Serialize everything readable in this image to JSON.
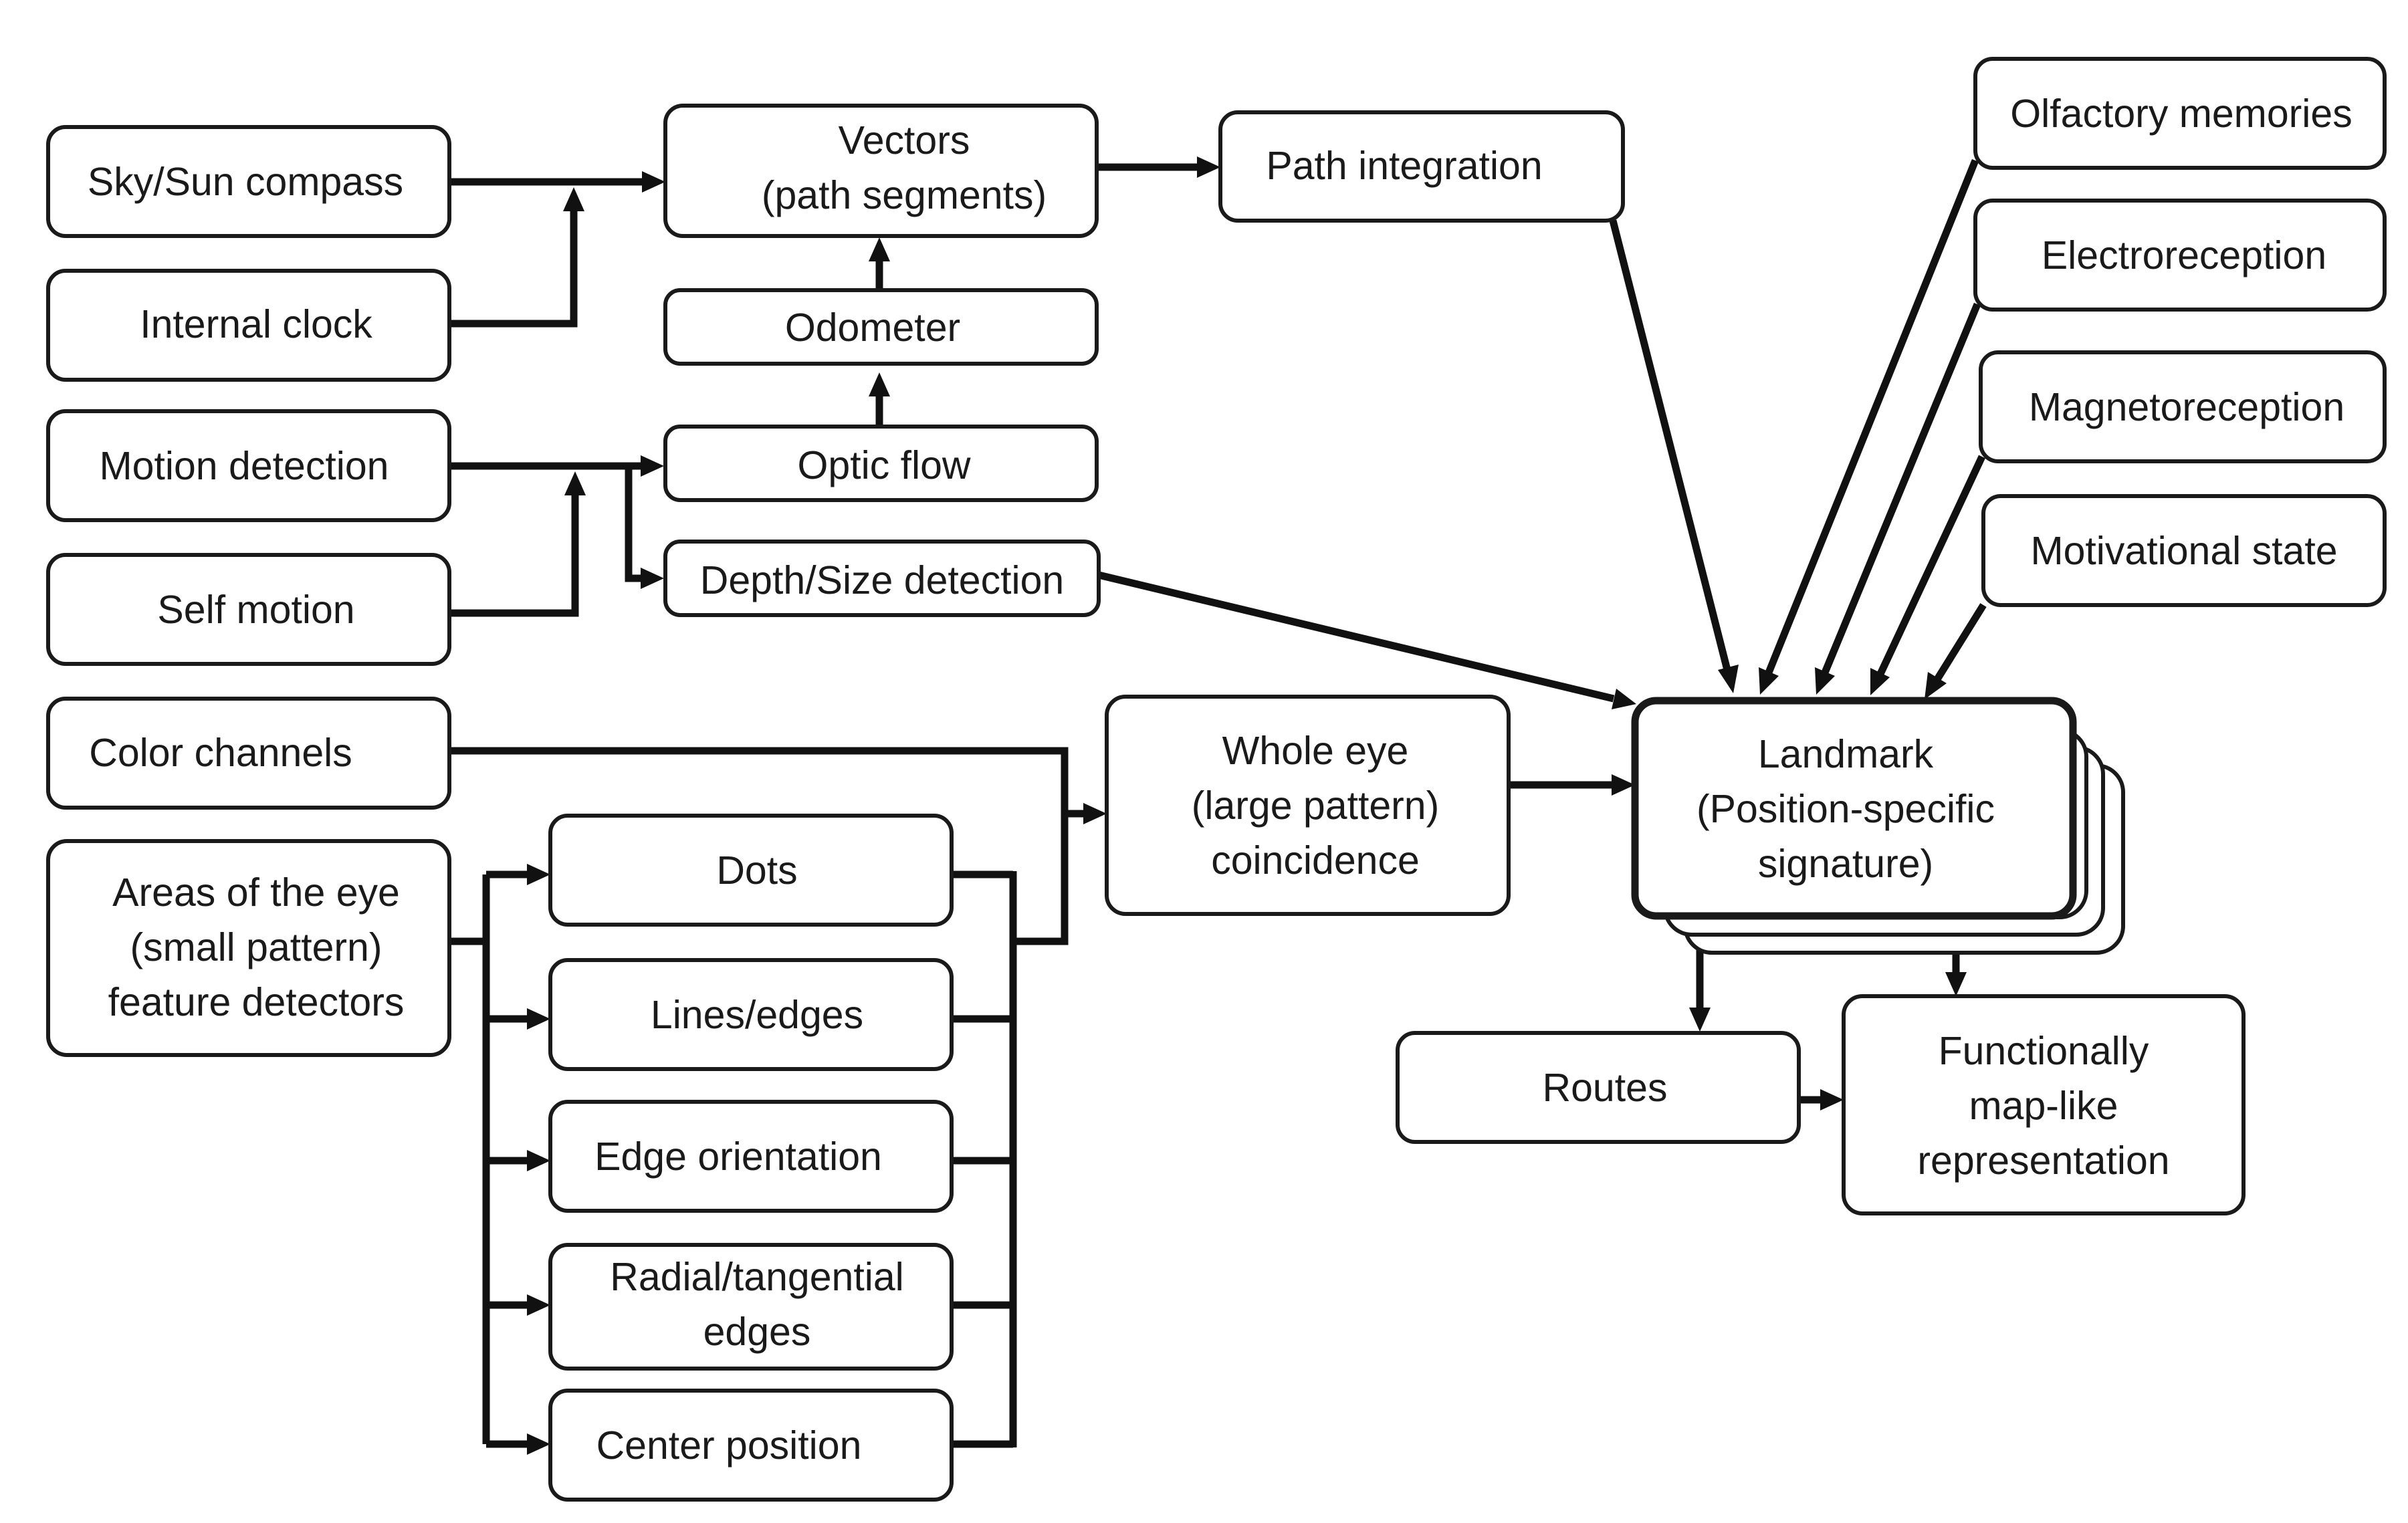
{
  "nodes": {
    "sky_sun_compass": [
      "Sky/Sun compass"
    ],
    "internal_clock": [
      "Internal clock"
    ],
    "vectors": [
      "Vectors",
      "(path segments)"
    ],
    "path_integration": [
      "Path integration"
    ],
    "odometer": [
      "Odometer"
    ],
    "optic_flow": [
      "Optic flow"
    ],
    "motion_detection": [
      "Motion detection"
    ],
    "self_motion": [
      "Self motion"
    ],
    "depth_size_detection": [
      "Depth/Size detection"
    ],
    "olfactory_memories": [
      "Olfactory memories"
    ],
    "electroreception": [
      "Electroreception"
    ],
    "magnetoreception": [
      "Magnetoreception"
    ],
    "motivational_state": [
      "Motivational state"
    ],
    "color_channels": [
      "Color channels"
    ],
    "areas_of_the_eye": [
      "Areas of the eye",
      "(small pattern)",
      "feature detectors"
    ],
    "dots": [
      "Dots"
    ],
    "lines_edges": [
      "Lines/edges"
    ],
    "edge_orientation": [
      "Edge orientation"
    ],
    "radial_tangential_edges": [
      "Radial/tangential",
      "edges"
    ],
    "center_position": [
      "Center position"
    ],
    "whole_eye": [
      "Whole eye",
      "(large pattern)",
      "coincidence"
    ],
    "landmark": [
      "Landmark",
      "(Position-specific",
      "signature)"
    ],
    "routes": [
      "Routes"
    ],
    "functionally_map_like": [
      "Functionally",
      "map-like",
      "representation"
    ]
  },
  "edges": [
    {
      "from": "sky_sun_compass",
      "to": "vectors"
    },
    {
      "from": "internal_clock",
      "to": "vectors"
    },
    {
      "from": "odometer",
      "to": "vectors"
    },
    {
      "from": "vectors",
      "to": "path_integration"
    },
    {
      "from": "optic_flow",
      "to": "odometer"
    },
    {
      "from": "motion_detection",
      "to": "optic_flow"
    },
    {
      "from": "motion_detection",
      "to": "depth_size_detection"
    },
    {
      "from": "self_motion",
      "to": "optic_flow"
    },
    {
      "from": "path_integration",
      "to": "landmark"
    },
    {
      "from": "olfactory_memories",
      "to": "landmark"
    },
    {
      "from": "electroreception",
      "to": "landmark"
    },
    {
      "from": "magnetoreception",
      "to": "landmark"
    },
    {
      "from": "motivational_state",
      "to": "landmark"
    },
    {
      "from": "depth_size_detection",
      "to": "landmark"
    },
    {
      "from": "color_channels",
      "to": "whole_eye"
    },
    {
      "from": "areas_of_the_eye",
      "to": "dots"
    },
    {
      "from": "areas_of_the_eye",
      "to": "lines_edges"
    },
    {
      "from": "areas_of_the_eye",
      "to": "edge_orientation"
    },
    {
      "from": "areas_of_the_eye",
      "to": "radial_tangential_edges"
    },
    {
      "from": "areas_of_the_eye",
      "to": "center_position"
    },
    {
      "from": "dots",
      "to": "whole_eye"
    },
    {
      "from": "lines_edges",
      "to": "whole_eye"
    },
    {
      "from": "edge_orientation",
      "to": "whole_eye"
    },
    {
      "from": "radial_tangential_edges",
      "to": "whole_eye"
    },
    {
      "from": "center_position",
      "to": "whole_eye"
    },
    {
      "from": "whole_eye",
      "to": "landmark"
    },
    {
      "from": "landmark",
      "to": "routes"
    },
    {
      "from": "landmark",
      "to": "functionally_map_like"
    },
    {
      "from": "routes",
      "to": "functionally_map_like"
    }
  ]
}
